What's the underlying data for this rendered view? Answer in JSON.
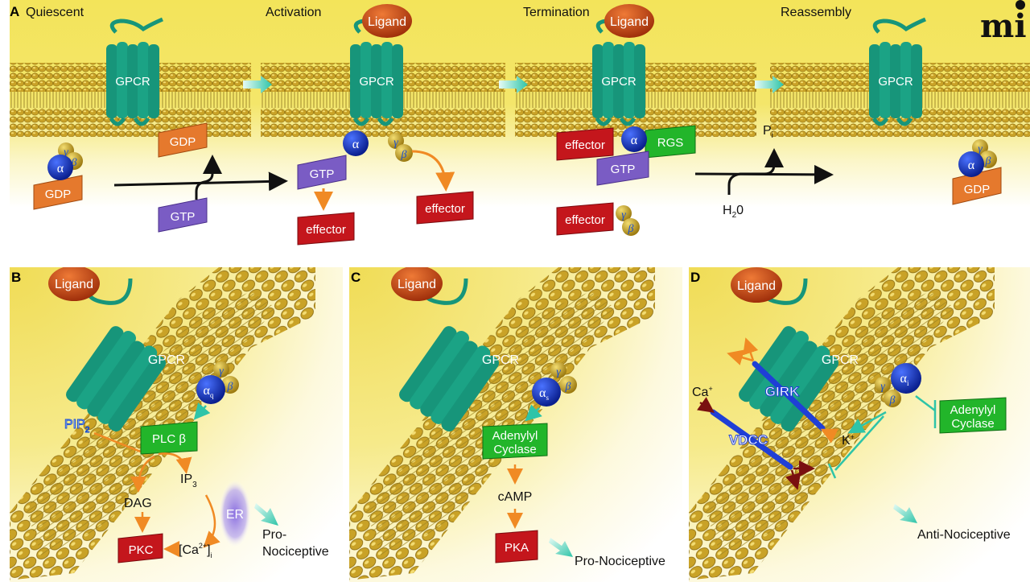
{
  "figure": {
    "panels": {
      "A": {
        "letter": "A",
        "stages": [
          "Quiescent",
          "Activation",
          "Termination",
          "Reassembly"
        ],
        "receptor": "GPCR",
        "ligand": "Ligand",
        "gdp": "GDP",
        "gtp": "GTP",
        "effector": "effector",
        "rgs": "RGS",
        "alpha": "α",
        "beta": "β",
        "gamma": "γ",
        "pi": "P",
        "pi_sub": "i",
        "water": "H",
        "water_sub": "2",
        "water_tail": "0"
      },
      "B": {
        "letter": "B",
        "ligand": "Ligand",
        "receptor": "GPCR",
        "alpha": "α",
        "alpha_sub": "q",
        "beta": "β",
        "gamma": "γ",
        "pip": "PIP",
        "pip_sub": "2",
        "plc": "PLC β",
        "dag": "DAG",
        "ip": "IP",
        "ip_sub": "3",
        "er": "ER",
        "pkc": "PKC",
        "ca": "[Ca",
        "ca_sup": "2+",
        "ca_close": "]",
        "ca_sub": "i",
        "outcome_line1": "Pro-",
        "outcome_line2": "Nociceptive"
      },
      "C": {
        "letter": "C",
        "ligand": "Ligand",
        "receptor": "GPCR",
        "alpha": "α",
        "alpha_sub": "s",
        "beta": "β",
        "gamma": "γ",
        "ac_line1": "Adenylyl",
        "ac_line2": "Cyclase",
        "camp": "cAMP",
        "pka": "PKA",
        "outcome": "Pro-Nociceptive"
      },
      "D": {
        "letter": "D",
        "ligand": "Ligand",
        "receptor": "GPCR",
        "alpha": "α",
        "alpha_sub": "i",
        "beta": "β",
        "gamma": "γ",
        "girk": "GIRK",
        "vdcc": "VDCC",
        "ca": "Ca",
        "ca_sup": "+",
        "k": "K",
        "k_sup": "+",
        "ac_line1": "Adenylyl",
        "ac_line2": "Cyclase",
        "outcome": "Anti-Nociceptive"
      }
    },
    "logo": "mi",
    "colors": {
      "receptor": "#17957a",
      "lipid_head": "#c9a227",
      "alpha": "#1233b8",
      "betagamma": "#c8a830",
      "gdp": "#e5792d",
      "gtp": "#7a5cc4",
      "effector": "#c4161c",
      "green_enzyme": "#22b52a",
      "ligand": "#c2400e",
      "stimulate_arrow": "#f08a24",
      "teal_arrow": "#2ec4a8",
      "ion_channel": "#1f3fd6",
      "dark_red_arrow": "#7a1010"
    }
  }
}
